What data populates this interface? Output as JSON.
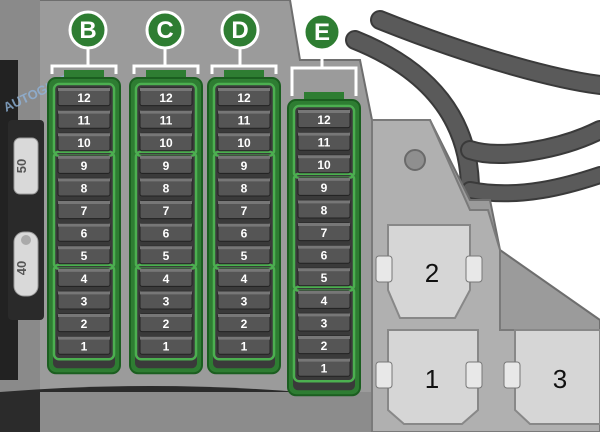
{
  "blocks": [
    {
      "label": "B",
      "fuses": [
        "12",
        "11",
        "10",
        "9",
        "8",
        "7",
        "6",
        "5",
        "4",
        "3",
        "2",
        "1"
      ]
    },
    {
      "label": "C",
      "fuses": [
        "12",
        "11",
        "10",
        "9",
        "8",
        "7",
        "6",
        "5",
        "4",
        "3",
        "2",
        "1"
      ]
    },
    {
      "label": "D",
      "fuses": [
        "12",
        "11",
        "10",
        "9",
        "8",
        "7",
        "6",
        "5",
        "4",
        "3",
        "2",
        "1"
      ]
    },
    {
      "label": "E",
      "fuses": [
        "12",
        "11",
        "10",
        "9",
        "8",
        "7",
        "6",
        "5",
        "4",
        "3",
        "2",
        "1"
      ]
    }
  ],
  "relays": [
    "2",
    "1",
    "3"
  ],
  "side_fuses": [
    "50",
    "40"
  ],
  "watermark": "AUTOGIS.RU",
  "colors": {
    "accent_green": "#2e7d32",
    "block_dark": "#333333",
    "housing_gray": "#9a9a9a"
  }
}
